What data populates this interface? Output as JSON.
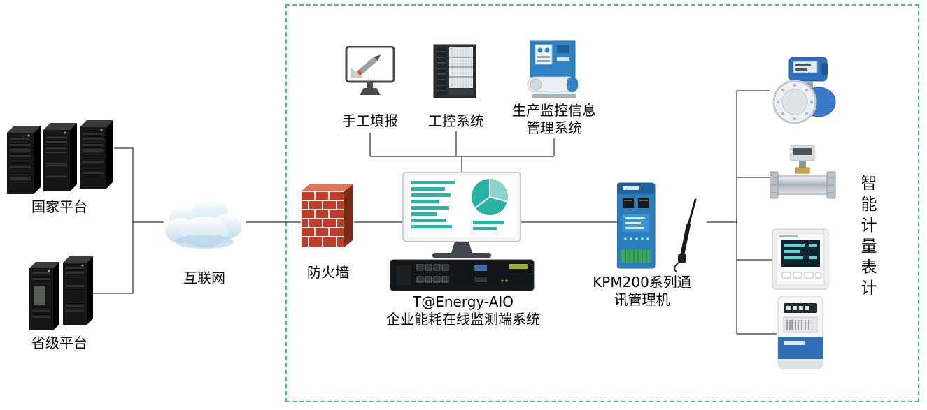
{
  "colors": {
    "boundary_dash": "#3dbd9e",
    "accent_teal": "#2ab2a4",
    "brick_red": "#c23b26",
    "device_blue": "#2b7fc0",
    "connector_line": "#000000"
  },
  "labels": {
    "national_platform": "国家平台",
    "provincial_platform": "省级平台",
    "internet": "互联网",
    "firewall": "防火墙",
    "manual_entry": "手工填报",
    "industrial_control_system": "工控系统",
    "production_monitoring_line1": "生产监控信息",
    "production_monitoring_line2": "管理系统",
    "energy_system_name": "T@Energy-AIO",
    "energy_system_desc": "企业能耗在线监测端系统",
    "comm_manager_line1": "KPM200系列通",
    "comm_manager_line2": "讯管理机",
    "smart_meters": "智能计量表计"
  }
}
